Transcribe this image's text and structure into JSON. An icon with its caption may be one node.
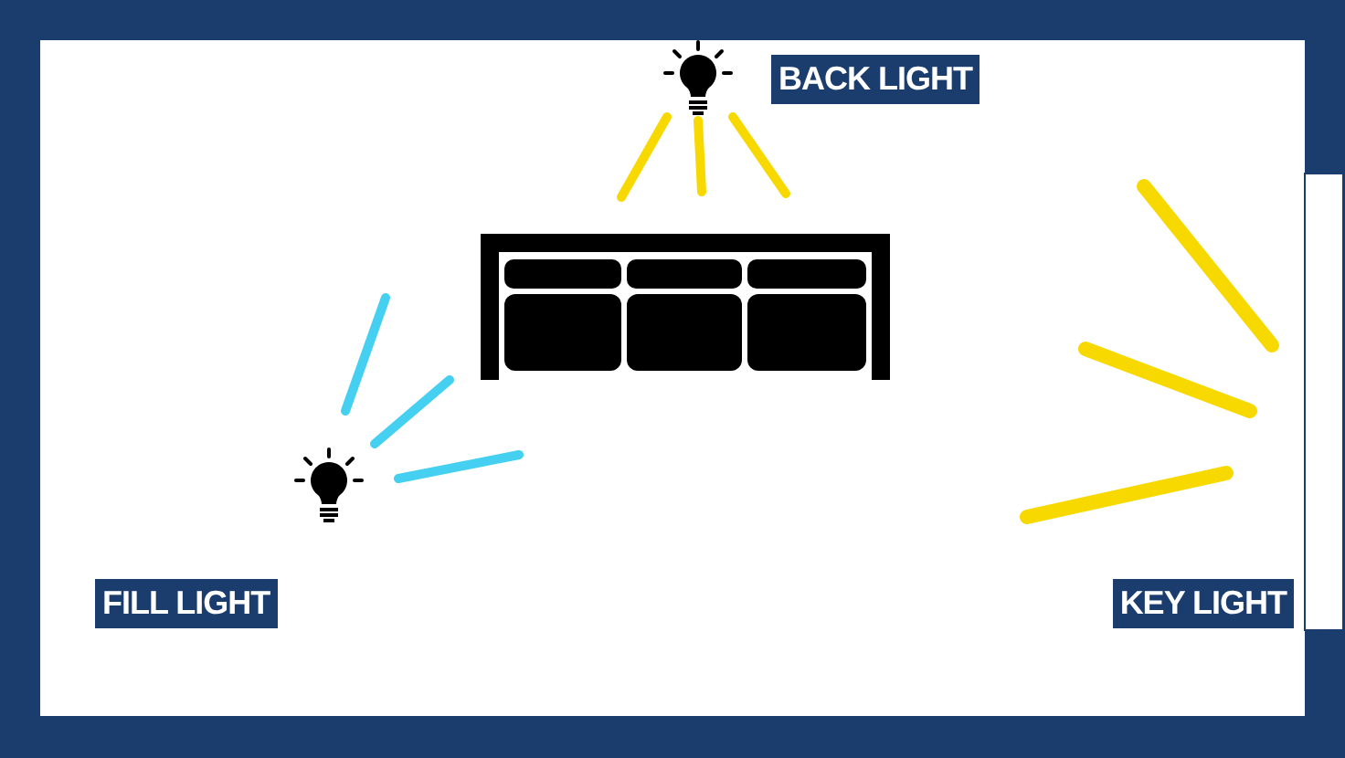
{
  "diagram": {
    "labels": [
      "BACK LIGHT",
      "FILL LIGHT",
      "KEY LIGHT"
    ]
  }
}
